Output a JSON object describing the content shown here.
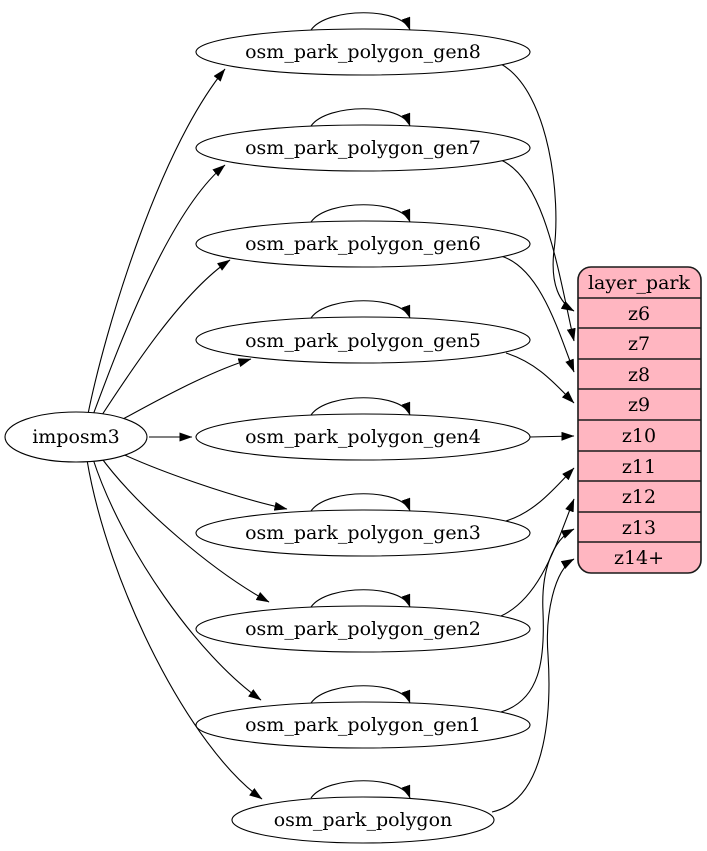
{
  "diagram": {
    "kind": "etl-graph",
    "source": {
      "label": "imposm3"
    },
    "tables": [
      {
        "label": "osm_park_polygon_gen8",
        "target_zoom": "z6"
      },
      {
        "label": "osm_park_polygon_gen7",
        "target_zoom": "z7"
      },
      {
        "label": "osm_park_polygon_gen6",
        "target_zoom": "z8"
      },
      {
        "label": "osm_park_polygon_gen5",
        "target_zoom": "z9"
      },
      {
        "label": "osm_park_polygon_gen4",
        "target_zoom": "z10"
      },
      {
        "label": "osm_park_polygon_gen3",
        "target_zoom": "z11"
      },
      {
        "label": "osm_park_polygon_gen2",
        "target_zoom": "z12"
      },
      {
        "label": "osm_park_polygon_gen1",
        "target_zoom": "z13"
      },
      {
        "label": "osm_park_polygon",
        "target_zoom": "z14+"
      }
    ],
    "layer": {
      "title": "layer_park",
      "rows": [
        "z6",
        "z7",
        "z8",
        "z9",
        "z10",
        "z11",
        "z12",
        "z13",
        "z14+"
      ]
    },
    "colors": {
      "layer_fill": "#ffb6c1",
      "node_fill": "#ffffff",
      "stroke": "#000000",
      "background": "#ffffff"
    }
  }
}
